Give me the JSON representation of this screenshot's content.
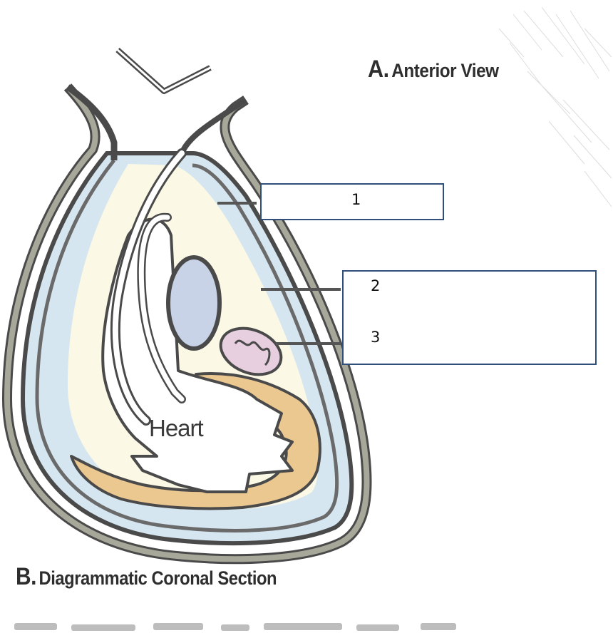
{
  "headings": {
    "a": {
      "letter": "A.",
      "text": "Anterior View"
    },
    "b": {
      "letter": "B.",
      "text": "Diagrammatic Coronal Section"
    }
  },
  "structures": {
    "heart": "Heart"
  },
  "labels": [
    {
      "number": "1"
    },
    {
      "number": "2"
    },
    {
      "number": "3"
    }
  ],
  "colors": {
    "outline": "#4a4a4a",
    "fibrous_layer": "#a7a89a",
    "cavity_fluid": "#d6e6f0",
    "fat": "#ecc891",
    "interior": "#fbf8e6",
    "vessel_blue": "#c8d3e8",
    "vessel_pink": "#e8cfe0",
    "box_border": "#2f4f7a"
  }
}
